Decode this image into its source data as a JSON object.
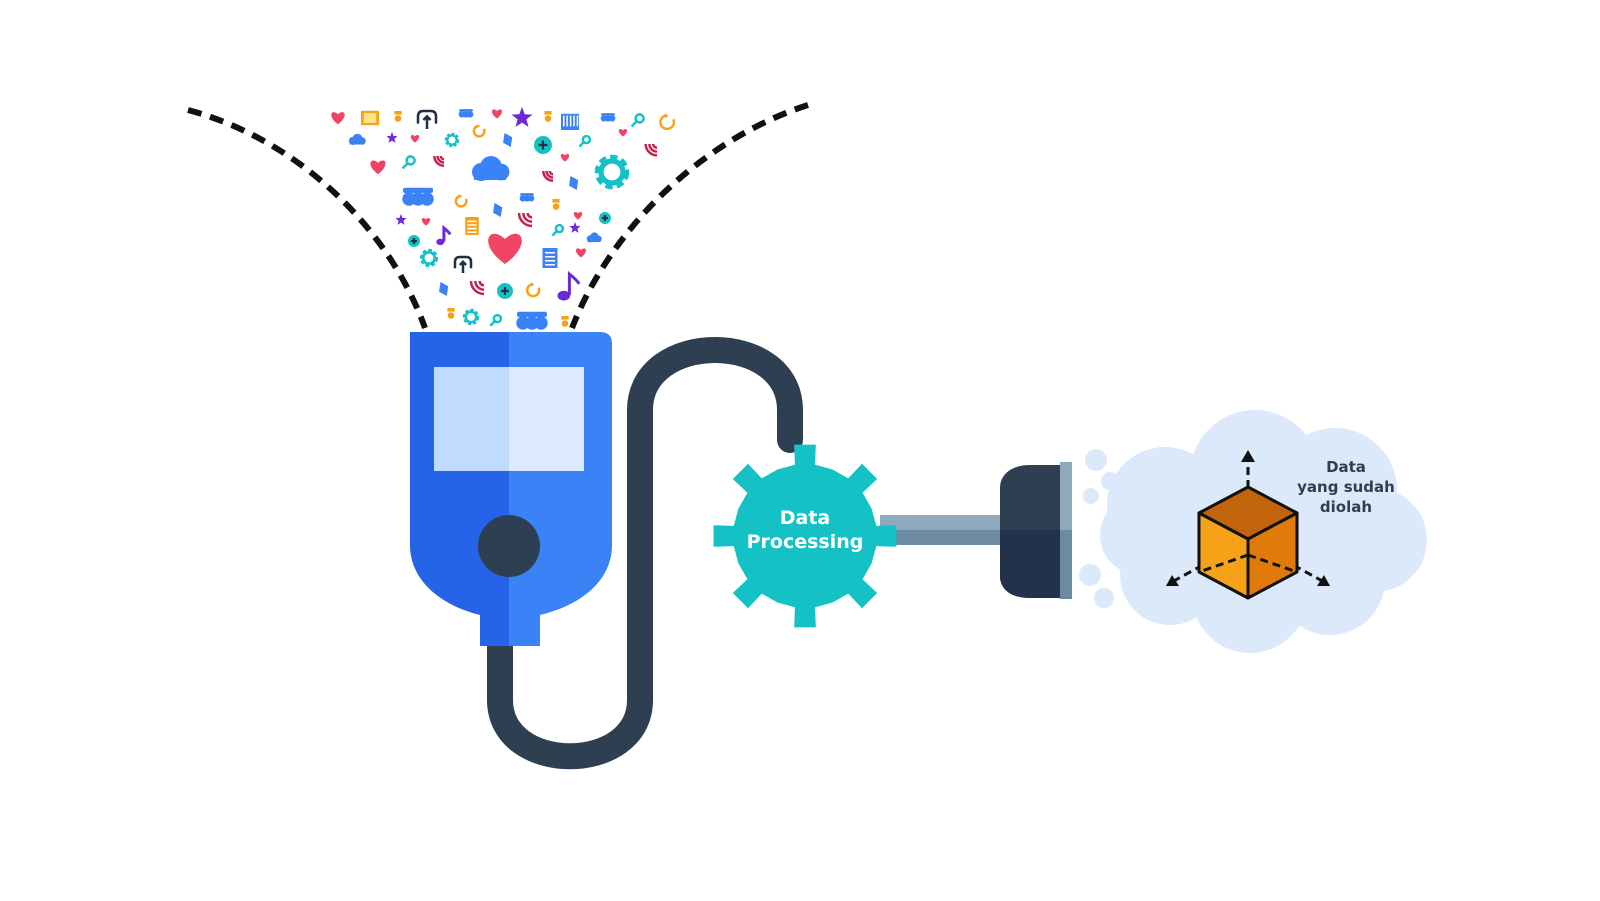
{
  "gear_label": {
    "line1": "Data",
    "line2": "Processing"
  },
  "output_label": {
    "line1": "Data",
    "line2": "yang sudah",
    "line3": "diolah"
  },
  "colors": {
    "funnel_left": "#2563e8",
    "funnel_right": "#3b82f6",
    "screen_left": "#bfdbfe",
    "screen_right": "#dbeafe",
    "cable": "#2f3f52",
    "gear": "#14c2c6",
    "rod": "#8fa9bd",
    "plug": "#2f3f52",
    "cloud": "#dbe9fb",
    "cube_top": "#c2640c",
    "cube_left": "#f5a218",
    "cube_right": "#e07b0b"
  },
  "data_icons": [
    "heart-icon",
    "folder-icon",
    "medal-icon",
    "upload-icon",
    "flower-icon",
    "star-icon",
    "calendar-icon",
    "search-icon",
    "refresh-icon",
    "cloud-icon",
    "gear-icon",
    "plus-icon",
    "rss-icon",
    "document-icon",
    "music-note-icon",
    "diamond-icon"
  ]
}
